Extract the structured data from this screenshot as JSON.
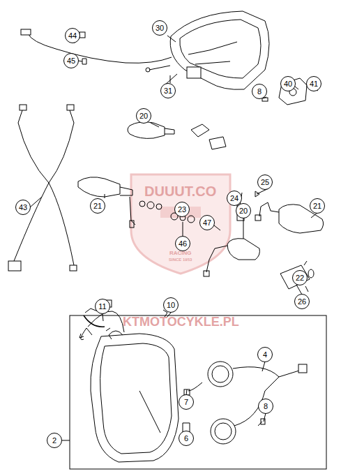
{
  "diagram": {
    "labels": [
      "30",
      "44",
      "45",
      "31",
      "8",
      "40",
      "41",
      "20",
      "DUUUT.CO",
      "25",
      "24",
      "21",
      "21",
      "43",
      "23",
      "47",
      "20",
      "46",
      "RACING",
      "SINCE 1953",
      "22",
      "26",
      "10",
      "11",
      "KTMOTOCYKLE.PL",
      "4",
      "7",
      "8",
      "6",
      "2"
    ]
  }
}
